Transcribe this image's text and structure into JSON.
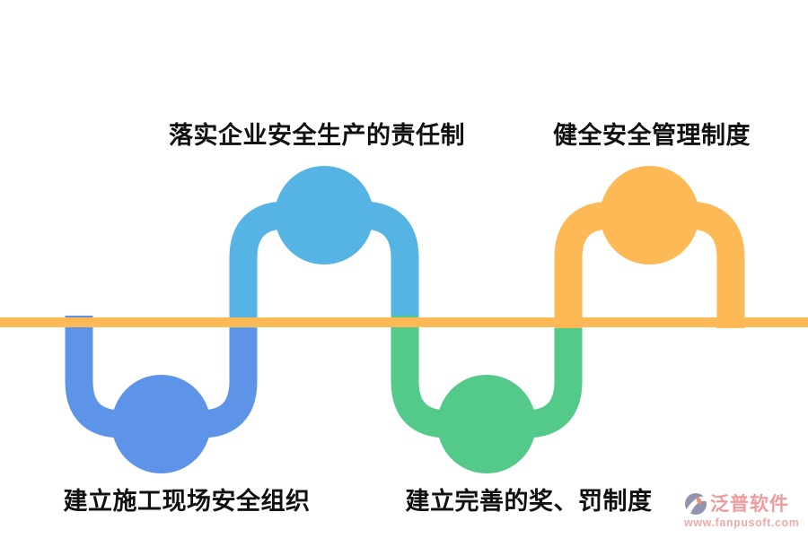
{
  "diagram": {
    "kind": "alternating wave flow diagram of construction safety management measures",
    "steps": [
      {
        "label": "落实企业安全生产的责任制",
        "position": "above-line",
        "node_color": "#55B4E4"
      },
      {
        "label": "健全安全管理制度",
        "position": "above-line",
        "node_color": "#FDB956"
      },
      {
        "label": "建立施工现场安全组织",
        "position": "below-line",
        "node_color": "#5E94E8"
      },
      {
        "label": "建立完善的奖、罚制度",
        "position": "below-line",
        "node_color": "#53C98A"
      }
    ]
  },
  "labels": {
    "top_left": "落实企业安全生产的责任制",
    "top_right": "健全安全管理制度",
    "bottom_left": "建立施工现场安全组织",
    "bottom_right": "建立完善的奖、罚制度"
  },
  "colors": {
    "baseline": "#FDB956",
    "loop_blue": "#5E94E8",
    "loop_lightblue": "#55B4E4",
    "loop_green": "#53C98A",
    "loop_orange": "#FDB956",
    "label_text": "#111111",
    "watermark_brand": "#EC9C9C",
    "watermark_url": "#F0AAAA",
    "logo_gray": "#9094AE",
    "logo_salmon": "#E78F7D"
  },
  "watermark": {
    "brand": "泛普软件",
    "url": "www.fanpusoft.com"
  }
}
